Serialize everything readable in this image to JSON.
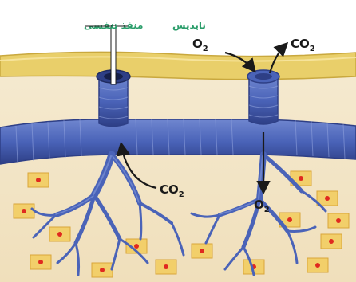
{
  "labels": {
    "spiracle_fa": "منفذ تنفسی",
    "tracheole_fa": "نایدیس",
    "o2_top": {
      "main": "O",
      "sub": "2"
    },
    "co2_top": {
      "main": "CO",
      "sub": "2"
    },
    "co2_left": {
      "main": "CO",
      "sub": "2"
    },
    "o2_right": {
      "main": "O",
      "sub": "2"
    }
  },
  "colors": {
    "cuticle": "#e9cf6a",
    "cuticle_edge": "#c9a83e",
    "tissue": "#f3e6c8",
    "trachea": "#4a63b8",
    "trachea_dark": "#2e3f86",
    "trachea_light": "#7d93d6",
    "cell": "#f2cf6a",
    "cell_border": "#d9a63a",
    "nucleus": "#e02a1f",
    "arrow": "#1a1a1a",
    "label_fa": "#2a9d6a"
  }
}
